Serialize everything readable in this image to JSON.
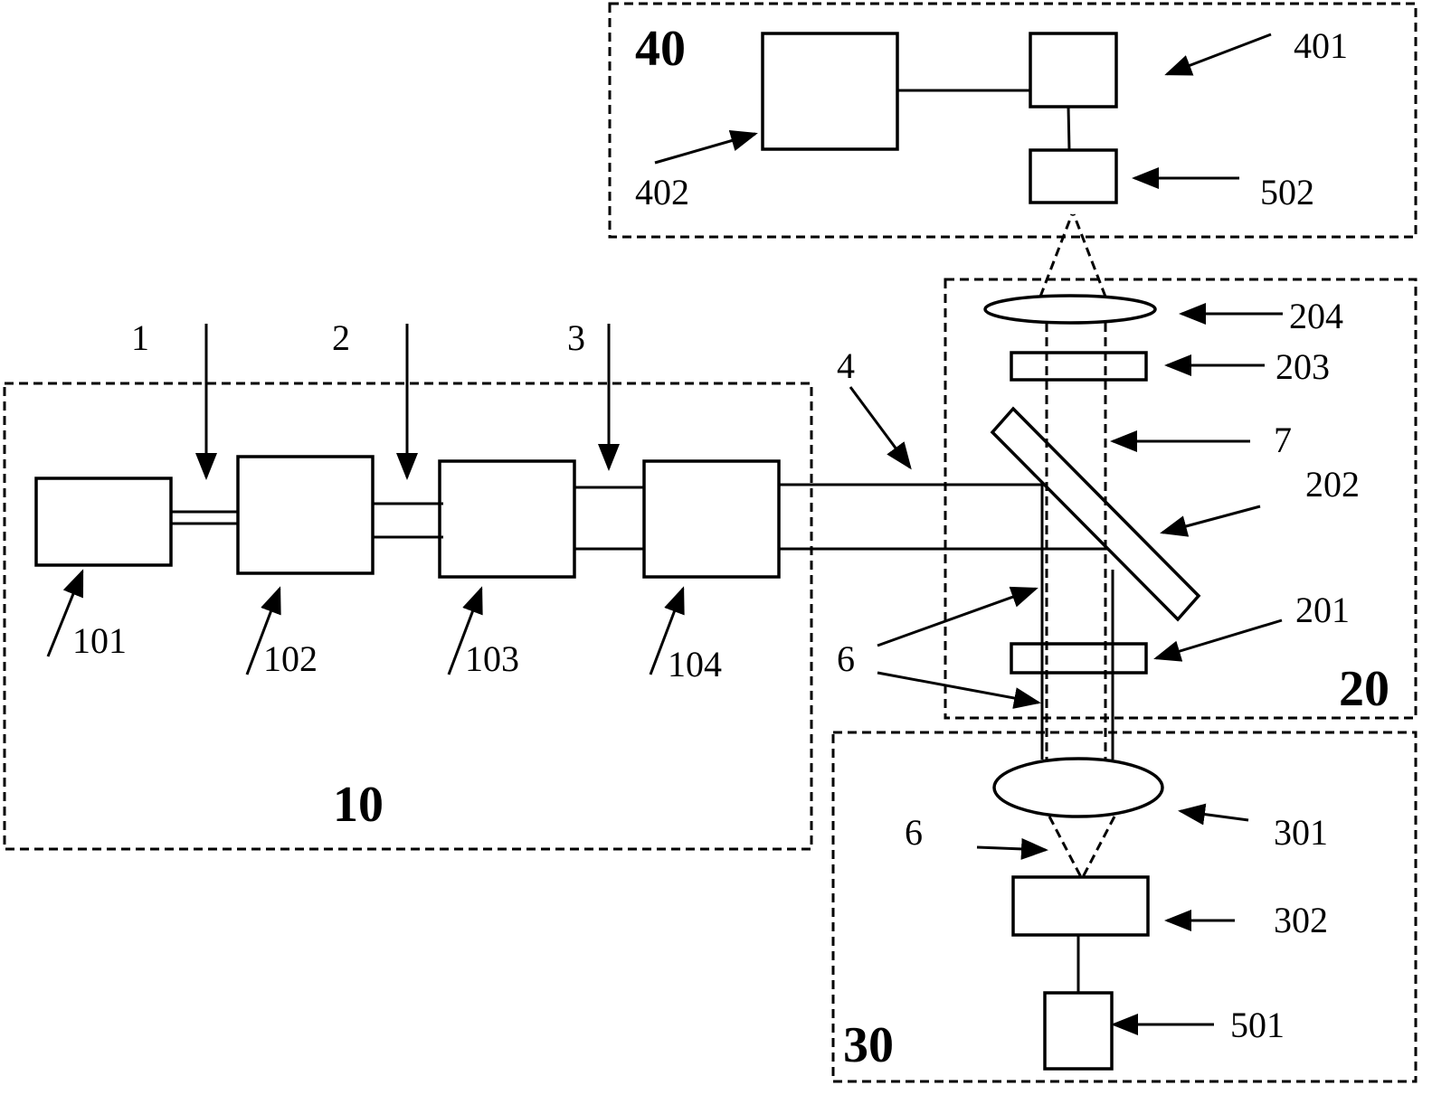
{
  "modules": {
    "m10": "10",
    "m20": "20",
    "m30": "30",
    "m40": "40"
  },
  "labels": {
    "l1": "1",
    "l2": "2",
    "l3": "3",
    "l4": "4",
    "l6a": "6",
    "l6b": "6",
    "l7": "7",
    "l101": "101",
    "l102": "102",
    "l103": "103",
    "l104": "104",
    "l201": "201",
    "l202": "202",
    "l203": "203",
    "l204": "204",
    "l301": "301",
    "l302": "302",
    "l401": "401",
    "l402": "402",
    "l501": "501",
    "l502": "502"
  }
}
